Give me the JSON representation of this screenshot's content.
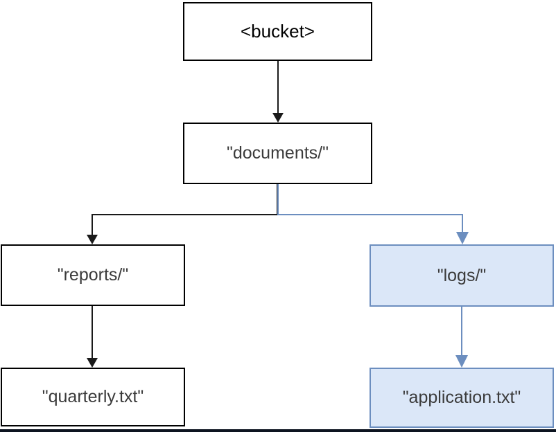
{
  "diagram": {
    "type": "tree",
    "nodes": {
      "bucket": {
        "label": "<bucket>",
        "style": "default-root"
      },
      "documents": {
        "label": "\"documents/\"",
        "style": "default"
      },
      "reports": {
        "label": "\"reports/\"",
        "style": "default"
      },
      "logs": {
        "label": "\"logs/\"",
        "style": "highlight"
      },
      "quarterly": {
        "label": "\"quarterly.txt\"",
        "style": "default"
      },
      "application": {
        "label": "\"application.txt\"",
        "style": "highlight"
      }
    },
    "edges": [
      {
        "from": "bucket",
        "to": "documents",
        "color": "black"
      },
      {
        "from": "documents",
        "to": "reports",
        "color": "black"
      },
      {
        "from": "documents",
        "to": "logs",
        "color": "blue"
      },
      {
        "from": "reports",
        "to": "quarterly",
        "color": "black"
      },
      {
        "from": "logs",
        "to": "application",
        "color": "blue"
      }
    ],
    "colors": {
      "node_fill_default": "#ffffff",
      "node_border_default": "#000000",
      "node_fill_highlight": "#dbe7f8",
      "node_border_highlight": "#6c8ebf",
      "connector_default": "#1a1a1a",
      "connector_highlight": "#6c8ebf",
      "text_default": "#000000",
      "text_label": "#3b3b3b",
      "bottom_bar": "#0d1420"
    }
  }
}
